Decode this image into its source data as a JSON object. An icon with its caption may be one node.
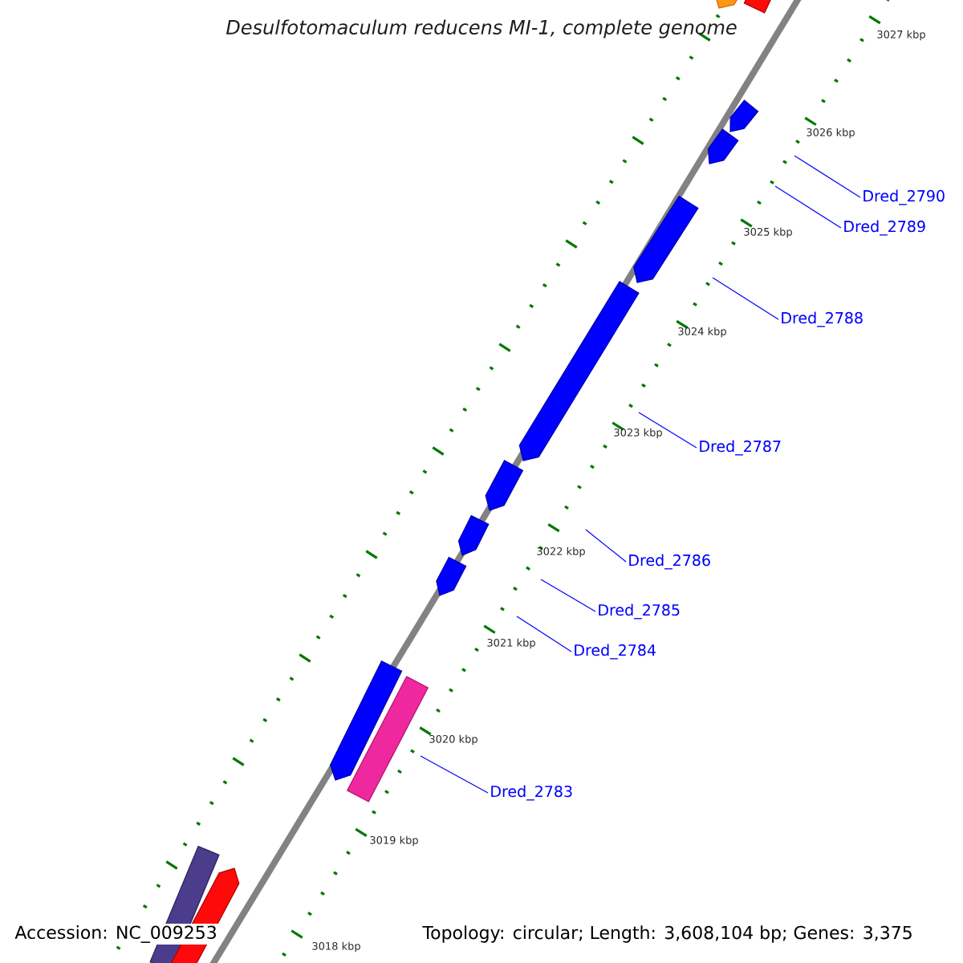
{
  "diagram": {
    "title": "Desulfotomaculum reducens MI-1, complete genome",
    "nodes": [
      {
        "text": [
          "Dred_2790"
        ]
      },
      {
        "text": [
          "Dred_2789"
        ]
      },
      {
        "text": [
          "Dred_2788"
        ]
      },
      {
        "text": [
          "Dred_2787"
        ]
      },
      {
        "text": [
          "Dred_2786"
        ]
      },
      {
        "text": [
          "Dred_2785"
        ]
      },
      {
        "text": [
          "Dred_2784"
        ]
      },
      {
        "text": [
          "Dred_2783"
        ]
      }
    ],
    "edges": [
      {
        "from": 0,
        "to": null,
        "arrow": "none"
      },
      {
        "from": 1,
        "to": null,
        "arrow": "none"
      },
      {
        "from": 2,
        "to": null,
        "arrow": "none"
      },
      {
        "from": 3,
        "to": null,
        "arrow": "none"
      },
      {
        "from": 4,
        "to": null,
        "arrow": "none"
      },
      {
        "from": 5,
        "to": null,
        "arrow": "none"
      },
      {
        "from": 6,
        "to": null,
        "arrow": "none"
      },
      {
        "from": 7,
        "to": null,
        "arrow": "none"
      }
    ],
    "labels": [
      "3027 kbp",
      "3026 kbp",
      "3025 kbp",
      "3024 kbp",
      "3023 kbp",
      "3022 kbp",
      "3021 kbp",
      "3020 kbp",
      "3019 kbp",
      "Accession: NC_009253",
      "3018 kbp",
      "Topology: circular; Length: 3,608,104 bp; Genes: 3,375"
    ]
  }
}
